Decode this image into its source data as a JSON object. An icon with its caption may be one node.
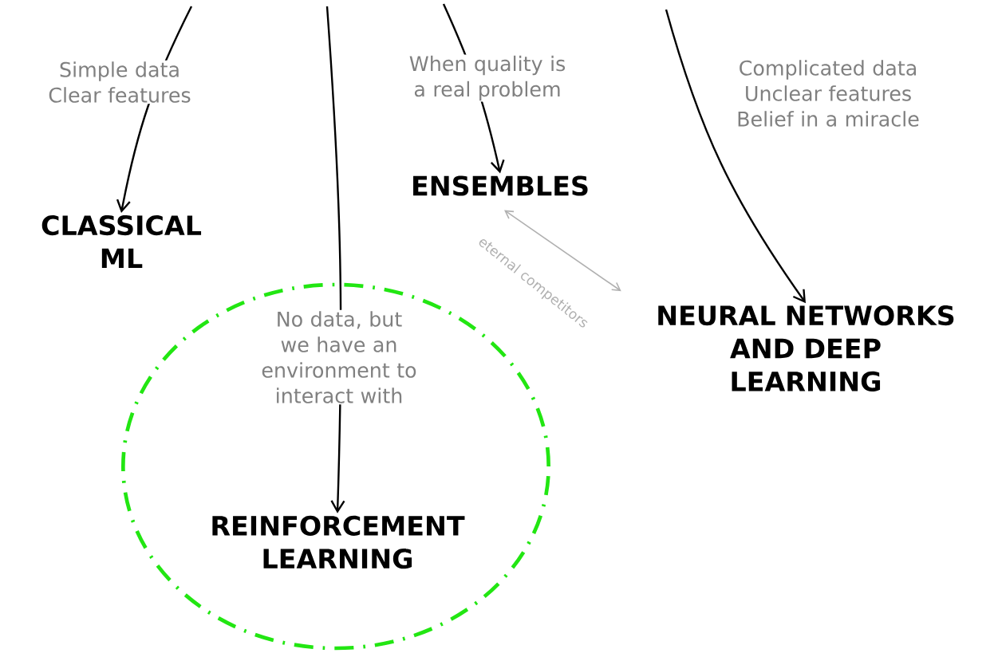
{
  "diagram": {
    "nodes": [
      {
        "text": [
          "CLASSICAL ML"
        ]
      },
      {
        "text": [
          "ENSEMBLES"
        ]
      },
      {
        "text": [
          "NEURAL NETWORKS AND DEEP LEARNING"
        ]
      },
      {
        "text": [],
        "shape": "circle"
      },
      {
        "text": [
          "REINFORCEMENT LEARNING"
        ],
        "in": 3
      }
    ],
    "edges": [
      {
        "from": null,
        "to": 0,
        "arrow": "to",
        "label": "Simple data Clear features"
      },
      {
        "from": null,
        "to": 4,
        "arrow": "to",
        "label": "No data, but we have an environment to interact with"
      },
      {
        "from": null,
        "to": 1,
        "arrow": "to",
        "label": "When quality is a real problem"
      },
      {
        "from": null,
        "to": 2,
        "arrow": "to",
        "label": "Complicated data Unclear features Belief in a miracle"
      },
      {
        "from": 1,
        "to": 2,
        "arrow": "both",
        "label": "eternal competitors",
        "color": "#b0b0b0"
      }
    ]
  }
}
